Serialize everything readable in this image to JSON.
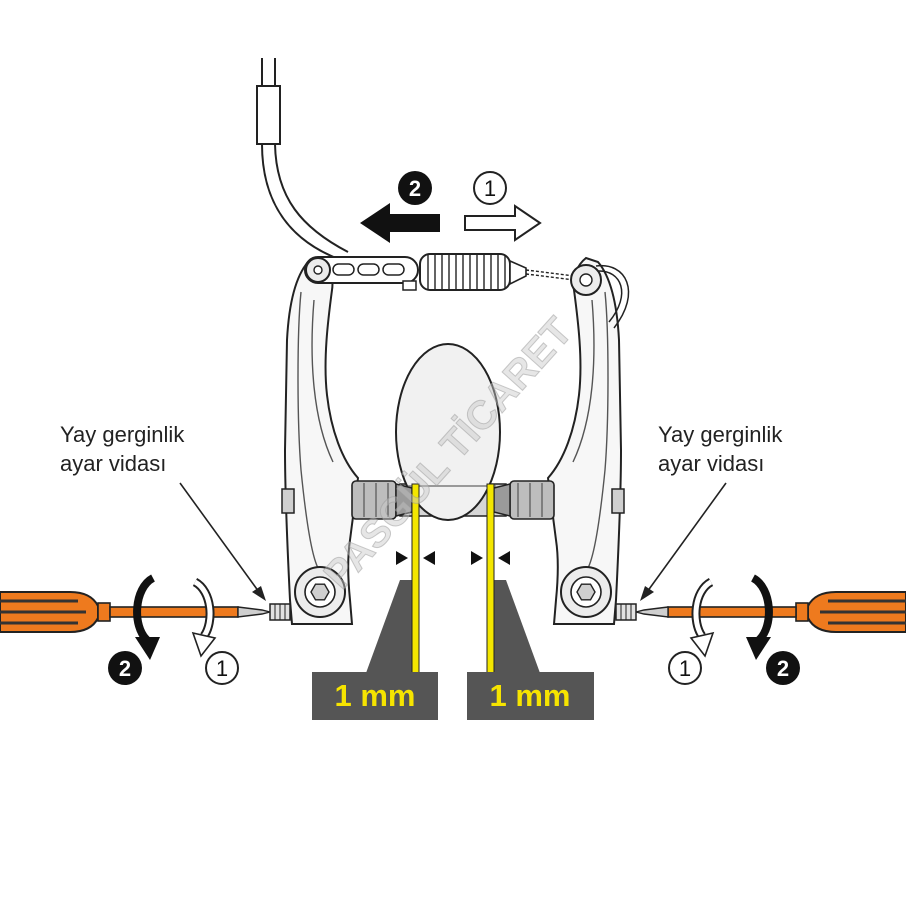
{
  "labels": {
    "left": {
      "line1": "Yay gerginlik",
      "line2": "ayar vidası"
    },
    "right": {
      "line1": "Yay gerginlik",
      "line2": "ayar vidası"
    }
  },
  "measurements": {
    "left": "1 mm",
    "right": "1 mm"
  },
  "steps": {
    "top_step2": "2",
    "top_step1": "1",
    "left_step2": "2",
    "left_step1": "1",
    "right_step1": "1",
    "right_step2": "2"
  },
  "watermark": "PASGÜL TİCARET",
  "colors": {
    "screwdriver": "#ee7a1e",
    "measure_box": "#555555",
    "measure_text": "#f6e400",
    "guide_line": "#f3e600",
    "line_art": "#222222"
  }
}
